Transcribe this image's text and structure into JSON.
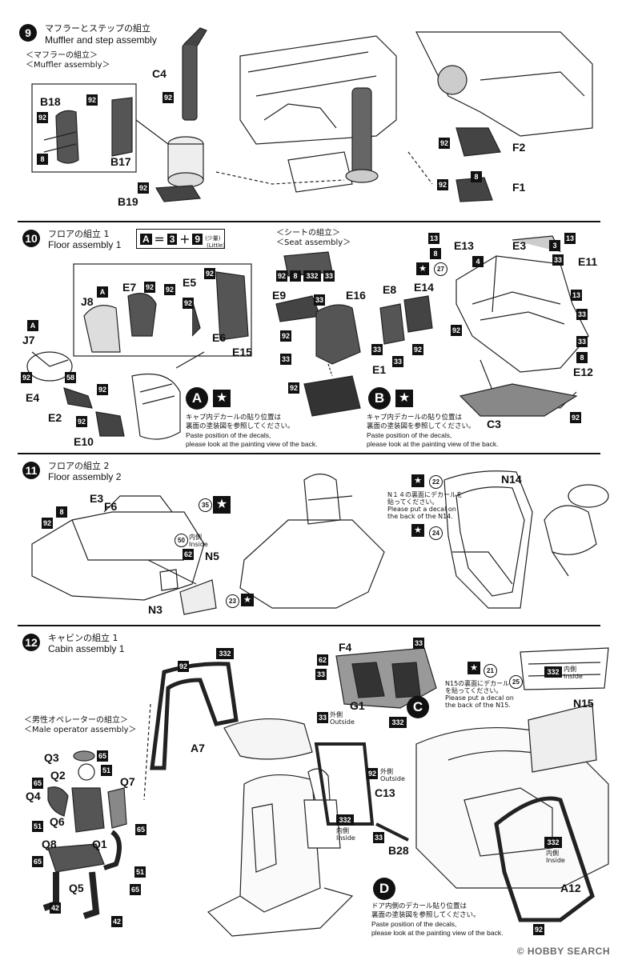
{
  "steps": [
    {
      "num": "9",
      "title_jp": "マフラーとステップの組立",
      "title_en": "Muffler and step assembly",
      "sub_jp": "＜マフラーの組立＞",
      "sub_en": "＜Muffler assembly＞"
    },
    {
      "num": "10",
      "title_jp": "フロアの組立 1",
      "title_en": "Floor assembly 1",
      "sub_jp": "＜シートの組立＞",
      "sub_en": "＜Seat assembly＞"
    },
    {
      "num": "11",
      "title_jp": "フロアの組立 2",
      "title_en": "Floor assembly 2"
    },
    {
      "num": "12",
      "title_jp": "キャビンの組立 1",
      "title_en": "Cabin assembly 1",
      "sub_jp": "＜男性オペレーターの組立＞",
      "sub_en": "＜Male operator assembly＞"
    }
  ],
  "formula": {
    "a": "A",
    "eq": "＝",
    "n1": "3",
    "plus": "＋",
    "n2": "9",
    "small_jp": "(少量)",
    "small_en": "(Little)"
  },
  "decal_notes": {
    "A": {
      "letter": "A",
      "jp": "キャプ内デカールの貼り位置は\n裏面の塗装図を参照してください。",
      "en": "Paste position of the decals,\nplease look at the painting view of the back."
    },
    "B": {
      "letter": "B",
      "jp": "キャプ内デカールの貼り位置は\n裏面の塗装図を参照してください。",
      "en": "Paste position of the decals,\nplease look at the painting view of the back."
    },
    "D": {
      "letter": "D",
      "jp": "ドア内側のデカール貼り位置は\n裏面の塗装図を参照してください。",
      "en": "Paste position of the decals,\nplease look at the painting view of the back."
    },
    "N14": "N１４の裏面にデカールを\n貼ってください。\nPlease put a decal on\nthe back of the N14.",
    "N15": "N15の裏面にデカール\nを貼ってください。\nPlease put a decal on\nthe back of the N15."
  },
  "letters": {
    "C": "C"
  },
  "labels": {
    "s9": [
      "C4",
      "B18",
      "B17",
      "B19",
      "F2",
      "F1"
    ],
    "s10": [
      "A",
      "J8",
      "E7",
      "E5",
      "E6",
      "E15",
      "J7",
      "E4",
      "E2",
      "E10",
      "E9",
      "E16",
      "E8",
      "E14",
      "E1",
      "E13",
      "E3",
      "E11",
      "E12",
      "C3"
    ],
    "s11": [
      "E3",
      "F6",
      "N5",
      "N3",
      "N14"
    ],
    "s12": [
      "F4",
      "G1",
      "A7",
      "C13",
      "B28",
      "N15",
      "A12",
      "Q3",
      "Q2",
      "Q7",
      "Q4",
      "Q6",
      "Q8",
      "Q1",
      "Q5"
    ]
  },
  "paint": {
    "p92": "92",
    "p8": "8",
    "p58": "58",
    "p332": "332",
    "p33": "33",
    "p13": "13",
    "p4": "4",
    "p3": "3",
    "p62": "62",
    "p65": "65",
    "p51": "51",
    "p42": "42",
    "d27": "27",
    "d35": "35",
    "d22": "22",
    "d24": "24",
    "d23": "23",
    "d21": "21",
    "d25": "25",
    "d50": "50"
  },
  "side_labels": {
    "inside": "内側\nInside",
    "outside": "外側\nOutside"
  },
  "watermark": "© HOBBY SEARCH"
}
